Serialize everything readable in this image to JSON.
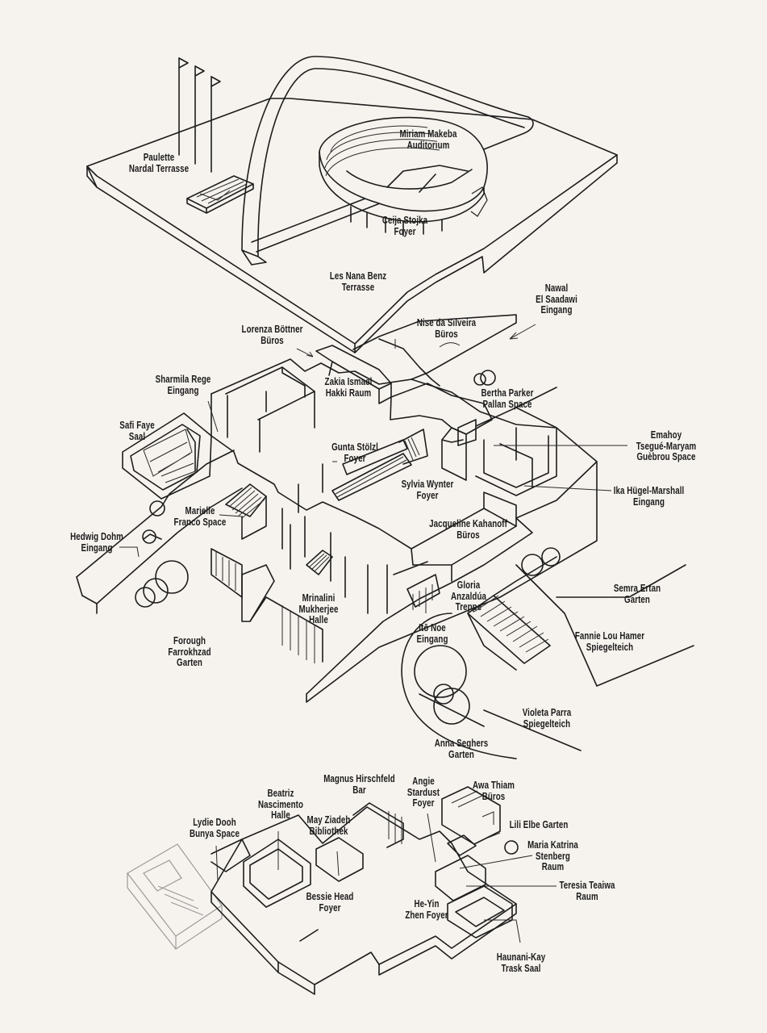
{
  "labels": [
    {
      "id": "paulette",
      "lines": [
        "Paulette",
        "Nardal Terrasse"
      ]
    },
    {
      "id": "makeba",
      "lines": [
        "Miriam Makeba",
        "Auditorium"
      ]
    },
    {
      "id": "stojka",
      "lines": [
        "Ceija Stojka",
        "Foyer"
      ]
    },
    {
      "id": "nanabenz",
      "lines": [
        "Les Nana Benz",
        "Terrasse"
      ]
    },
    {
      "id": "saadawi",
      "lines": [
        "Nawal",
        "El Saadawi",
        "Eingang"
      ]
    },
    {
      "id": "boettner",
      "lines": [
        "Lorenza Böttner",
        "Büros"
      ]
    },
    {
      "id": "silveira",
      "lines": [
        "Nise da Silveira",
        "Büros"
      ]
    },
    {
      "id": "zakia",
      "lines": [
        "Zakia Ismael",
        "Hakki Raum"
      ]
    },
    {
      "id": "rege",
      "lines": [
        "Sharmila Rege",
        "Eingang"
      ]
    },
    {
      "id": "pallan",
      "lines": [
        "Bertha Parker",
        "Pallan Space"
      ]
    },
    {
      "id": "faye",
      "lines": [
        "Safi Faye",
        "Saal"
      ]
    },
    {
      "id": "emahoy",
      "lines": [
        "Emahoy",
        "Tsegué-Maryam",
        "Guèbrou Space"
      ]
    },
    {
      "id": "stoelzl",
      "lines": [
        "Gunta Stölzl",
        "Foyer"
      ]
    },
    {
      "id": "wynter",
      "lines": [
        "Sylvia Wynter",
        "Foyer"
      ]
    },
    {
      "id": "huegel",
      "lines": [
        "Ika Hügel-Marshall",
        "Eingang"
      ]
    },
    {
      "id": "franco",
      "lines": [
        "Marielle",
        "Franco Space"
      ]
    },
    {
      "id": "kahanoff",
      "lines": [
        "Jacqueline Kahanoff",
        "Büros"
      ]
    },
    {
      "id": "dohm",
      "lines": [
        "Hedwig Dohm",
        "Eingang"
      ]
    },
    {
      "id": "anzaldua",
      "lines": [
        "Gloria",
        "Anzaldúa",
        "Treppe"
      ]
    },
    {
      "id": "ertan",
      "lines": [
        "Semra Ertan",
        "Garten"
      ]
    },
    {
      "id": "mukherjee",
      "lines": [
        "Mrinalini",
        "Mukherjee",
        "Halle"
      ]
    },
    {
      "id": "ito",
      "lines": [
        "Itō Noe",
        "Eingang"
      ]
    },
    {
      "id": "hamer",
      "lines": [
        "Fannie Lou Hamer",
        "Spiegelteich"
      ]
    },
    {
      "id": "farrokhzad",
      "lines": [
        "Forough",
        "Farrokhzad",
        "Garten"
      ]
    },
    {
      "id": "parra",
      "lines": [
        "Violeta Parra",
        "Spiegelteich"
      ]
    },
    {
      "id": "seghers",
      "lines": [
        "Anna Seghers",
        "Garten"
      ]
    },
    {
      "id": "hirschfeld",
      "lines": [
        "Magnus Hirschfeld",
        "Bar"
      ]
    },
    {
      "id": "nascimento",
      "lines": [
        "Beatriz",
        "Nascimento",
        "Halle"
      ]
    },
    {
      "id": "stardust",
      "lines": [
        "Angie",
        "Stardust",
        "Foyer"
      ]
    },
    {
      "id": "thiam",
      "lines": [
        "Awa Thiam",
        "Büros"
      ]
    },
    {
      "id": "bunya",
      "lines": [
        "Lydie Dooh",
        "Bunya Space"
      ]
    },
    {
      "id": "ziadeh",
      "lines": [
        "May Ziadeh",
        "Bibliothek"
      ]
    },
    {
      "id": "elbe",
      "lines": [
        "Lili Elbe Garten"
      ]
    },
    {
      "id": "stenberg",
      "lines": [
        "Maria Katrina",
        "Stenberg",
        "Raum"
      ]
    },
    {
      "id": "teaiwa",
      "lines": [
        "Teresia Teaiwa",
        "Raum"
      ]
    },
    {
      "id": "head",
      "lines": [
        "Bessie Head",
        "Foyer"
      ]
    },
    {
      "id": "zhen",
      "lines": [
        "He-Yin",
        "Zhen Foyer"
      ]
    },
    {
      "id": "trask",
      "lines": [
        "Haunani-Kay",
        "Trask Saal"
      ]
    }
  ]
}
